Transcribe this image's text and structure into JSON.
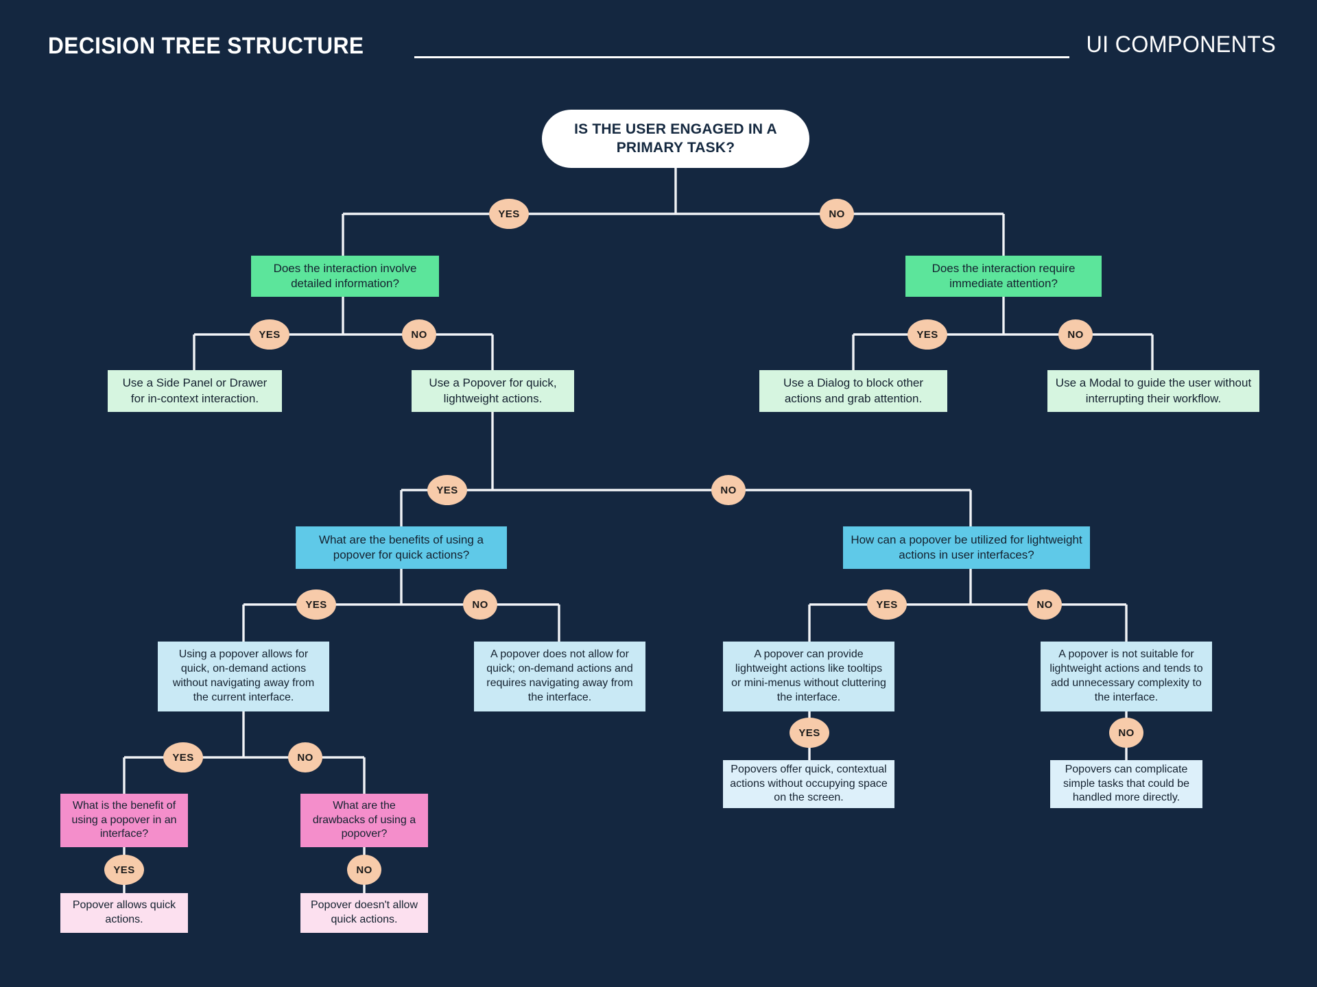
{
  "header": {
    "title": "DECISION TREE STRUCTURE",
    "subtitle": "UI COMPONENTS"
  },
  "labels": {
    "yes": "YES",
    "no": "NO"
  },
  "colors": {
    "background": "#142740",
    "connector": "#f2f4f7",
    "root": "#ffffff",
    "question_green": "#5ce59b",
    "answer_green": "#d6f5e0",
    "question_blue": "#5fc9e8",
    "answer_blue": "#c9e9f5",
    "answer_blue_light": "#ddf0fa",
    "question_pink": "#f48ecb",
    "answer_pink": "#fce0ef",
    "badge": "#f7cbaa"
  },
  "nodes": {
    "root": "IS THE USER ENGAGED IN A PRIMARY TASK?",
    "q_detailed": "Does the interaction involve detailed information?",
    "q_immediate": "Does the interaction require immediate attention?",
    "a_side_panel": "Use a Side Panel or Drawer  for in-context interaction.",
    "a_popover": "Use a Popover for quick, lightweight actions.",
    "a_dialog": "Use a Dialog to block other actions and grab attention.",
    "a_modal": "Use a Modal to guide the user  without interrupting their workflow.",
    "q_benefits": "What are the benefits of using a popover for quick actions?",
    "q_utilized": "How can a popover be utilized for lightweight actions in user interfaces?",
    "a_allows_quick": "Using a popover allows for quick, on-demand actions without navigating away from the current interface.",
    "a_not_allow": "A popover does not allow for quick; on-demand actions and requires navigating away from the interface.",
    "a_can_provide": "A popover can provide lightweight actions like tooltips or mini-menus without cluttering the interface.",
    "a_not_suitable": "A popover is not suitable for lightweight actions and tends to add unnecessary complexity to the interface.",
    "a_contextual": "Popovers offer quick, contextual actions without occupying space on the screen.",
    "a_complicate": "Popovers can complicate simple tasks that could be handled more directly.",
    "q_benefit_interface": "What is the benefit of using a popover in an interface?",
    "q_drawbacks": "What are the drawbacks of using a popover?",
    "a_allows_quick_actions": "Popover allows quick actions.",
    "a_doesnt_allow": "Popover doesn't allow quick actions."
  }
}
